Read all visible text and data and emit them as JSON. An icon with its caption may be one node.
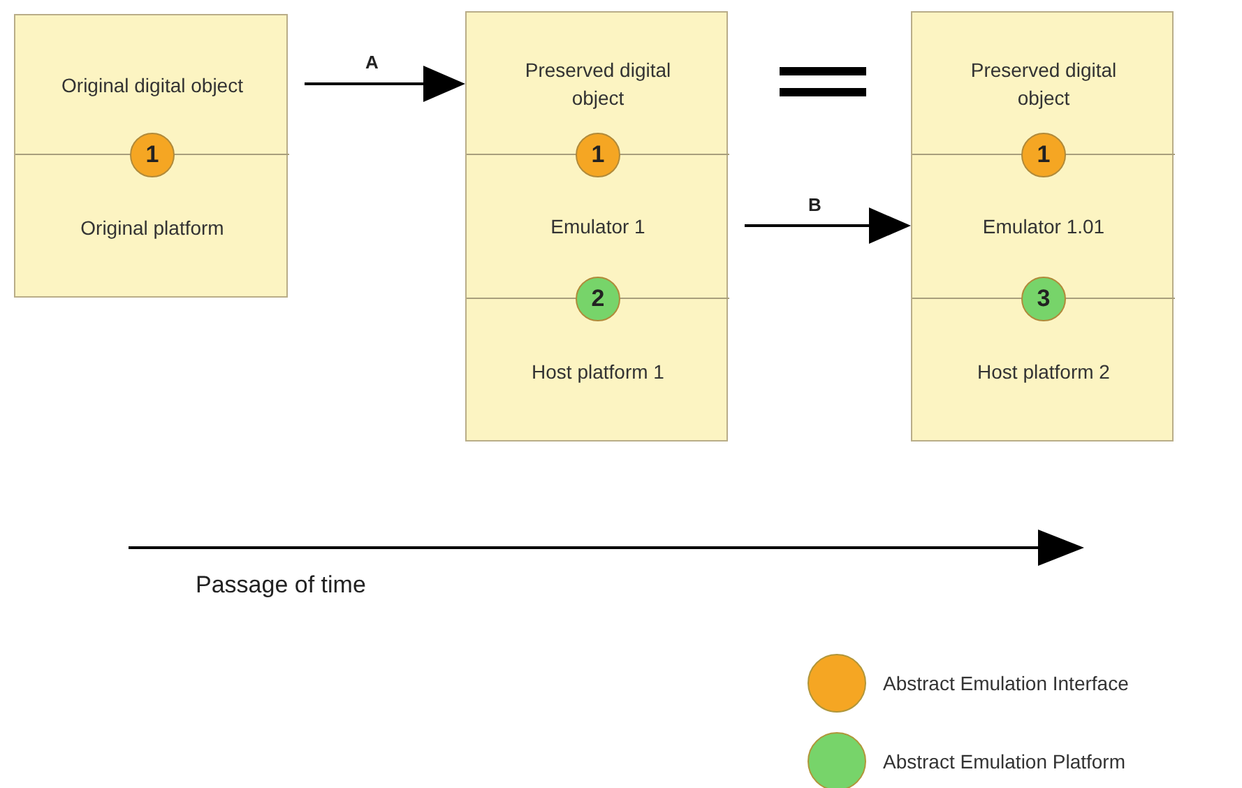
{
  "diagram": {
    "nodes": [
      {
        "text": [],
        "shape": "box"
      },
      {
        "text": [
          "Original digital object"
        ],
        "in": 0
      },
      {
        "text": [
          "1"
        ],
        "in": 0
      },
      {
        "text": [
          "Original platform"
        ],
        "in": 0
      },
      {
        "text": [],
        "shape": "box"
      },
      {
        "text": [
          "Preserved digital object"
        ],
        "in": 4
      },
      {
        "text": [
          "1"
        ],
        "in": 4
      },
      {
        "text": [
          "Emulator 1"
        ],
        "in": 4
      },
      {
        "text": [
          "2"
        ],
        "in": 4
      },
      {
        "text": [
          "Host platform 1"
        ],
        "in": 4
      },
      {
        "text": [],
        "shape": "box"
      },
      {
        "text": [
          "Preserved digital object"
        ],
        "in": 10
      },
      {
        "text": [
          "1"
        ],
        "in": 10
      },
      {
        "text": [
          "Emulator 1.01"
        ],
        "in": 10
      },
      {
        "text": [
          "3"
        ],
        "in": 10
      },
      {
        "text": [
          "Host platform 2"
        ],
        "in": 10
      }
    ],
    "edges": [
      {
        "from": 1,
        "to": 5,
        "arrow": "to",
        "label": "A"
      },
      {
        "from": 7,
        "to": 13,
        "arrow": "to",
        "label": "B"
      }
    ],
    "labels": [
      "Passage of time"
    ],
    "legend": [
      {
        "text": "Abstract Emulation Interface",
        "color": "#f5a623"
      },
      {
        "text": "Abstract Emulation Platform",
        "color": "#77d46a"
      }
    ]
  }
}
